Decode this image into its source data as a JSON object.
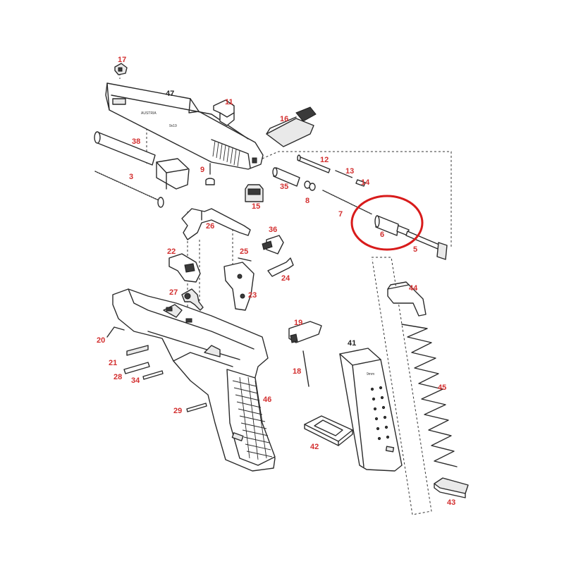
{
  "colors": {
    "label": "#d32f2f",
    "label_main": "#222222",
    "highlight": "#d81b1b",
    "line": "#2a2a2a"
  },
  "parts": {
    "p17": "17",
    "p47": "47",
    "p11": "11",
    "p16": "16",
    "p38": "38",
    "p12": "12",
    "p13": "13",
    "p14": "14",
    "p9": "9",
    "p3": "3",
    "p35": "35",
    "p8": "8",
    "p15": "15",
    "p7": "7",
    "p6": "6",
    "p5": "5",
    "p26": "26",
    "p36": "36",
    "p25": "25",
    "p22": "22",
    "p24": "24",
    "p44": "44",
    "p27": "27",
    "p23": "23",
    "p20": "20",
    "p19": "19",
    "p41": "41",
    "p21": "21",
    "p18": "18",
    "p45": "45",
    "p28": "28",
    "p34": "34",
    "p46": "46",
    "p29": "29",
    "p42": "42",
    "p43": "43"
  },
  "engravings": {
    "slide_model": "AUSTRIA",
    "slide_caliber": "9x19",
    "magazine_caliber": "9mm"
  },
  "highlight": {
    "part": "6",
    "shape": "ellipse"
  }
}
